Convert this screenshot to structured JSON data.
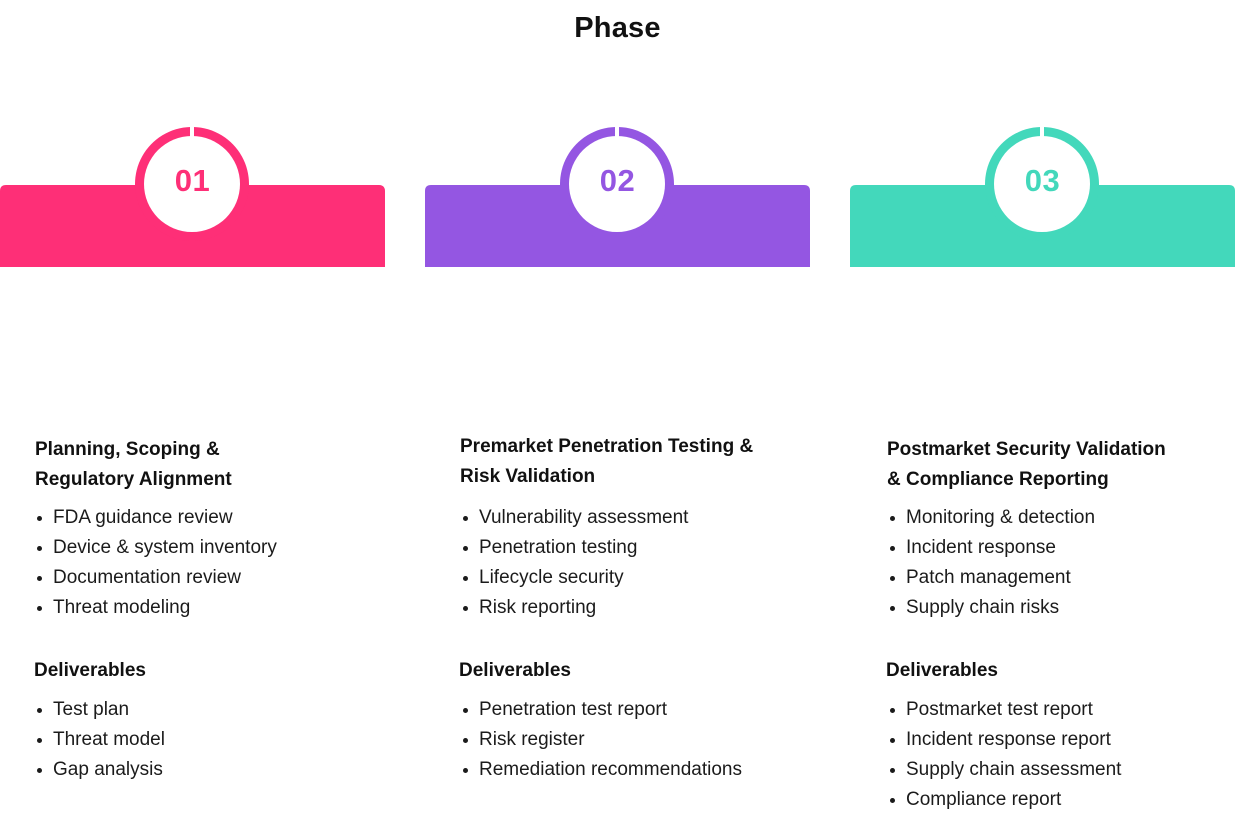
{
  "title": "Phase",
  "phases": [
    {
      "number": "01",
      "color": "#fe2f77",
      "heading_line1": "Planning, Scoping &",
      "heading_line2": "Regulatory Alignment",
      "activities": [
        "FDA guidance review",
        "Device & system inventory",
        "Documentation review",
        "Threat modeling"
      ],
      "deliverables_label": "Deliverables",
      "deliverables": [
        "Test plan",
        "Threat model",
        "Gap analysis"
      ]
    },
    {
      "number": "02",
      "color": "#9456e2",
      "heading_line1": "Premarket Penetration Testing &",
      "heading_line2": "Risk Validation",
      "activities": [
        "Vulnerability assessment",
        "Penetration testing",
        "Lifecycle security",
        "Risk reporting"
      ],
      "deliverables_label": "Deliverables",
      "deliverables": [
        "Penetration test report",
        "Risk register",
        "Remediation recommendations"
      ]
    },
    {
      "number": "03",
      "color": "#43d8bb",
      "heading_line1": "Postmarket Security Validation",
      "heading_line2": "& Compliance Reporting",
      "activities": [
        "Monitoring & detection",
        "Incident response",
        "Patch management",
        "Supply chain risks"
      ],
      "deliverables_label": "Deliverables",
      "deliverables": [
        "Postmarket test report",
        "Incident response report",
        "Supply chain assessment",
        "Compliance report"
      ]
    }
  ]
}
